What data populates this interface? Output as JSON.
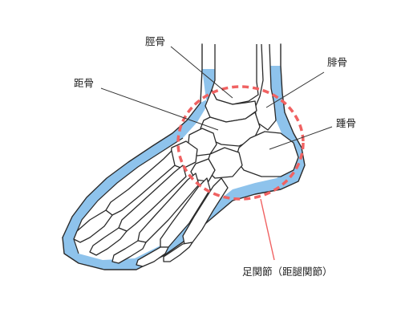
{
  "labels": {
    "tibia": "脛骨",
    "fibula": "腓骨",
    "talus": "距骨",
    "calcaneus": "踵骨",
    "ankle_joint": "足関節（距腿関節）"
  },
  "colors": {
    "outline": "#2a2a2a",
    "soft_tissue": "#8ec3ec",
    "bone_fill": "#ffffff",
    "highlight": "#f06262",
    "leader": "#333333",
    "joint_leader": "#f06262"
  }
}
